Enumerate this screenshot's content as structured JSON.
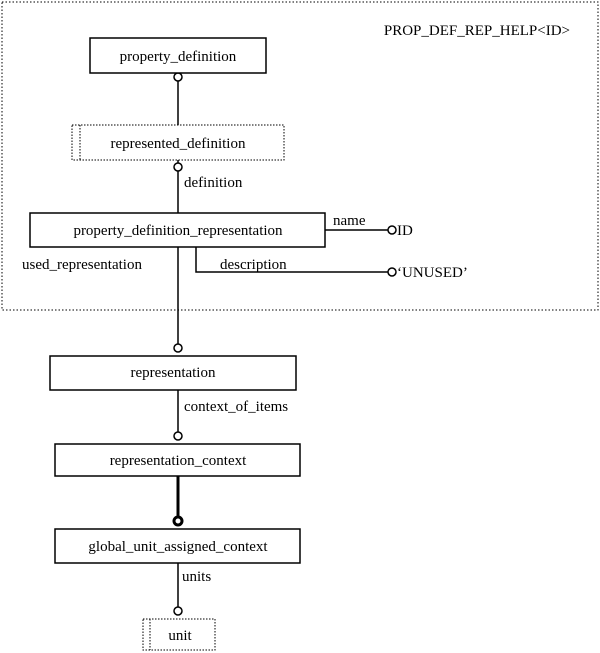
{
  "diagram": {
    "title": "PROP_DEF_REP_HELP<ID>",
    "entities": {
      "property_definition": "property_definition",
      "represented_definition": "represented_definition",
      "property_definition_representation": "property_definition_representation",
      "representation": "representation",
      "representation_context": "representation_context",
      "global_unit_assigned_context": "global_unit_assigned_context",
      "unit": "unit"
    },
    "attributes": {
      "definition": "definition",
      "name": "name",
      "used_representation": "used_representation",
      "description": "description",
      "context_of_items": "context_of_items",
      "units": "units"
    },
    "values": {
      "id": "ID",
      "unused": "‘UNUSED’"
    }
  }
}
